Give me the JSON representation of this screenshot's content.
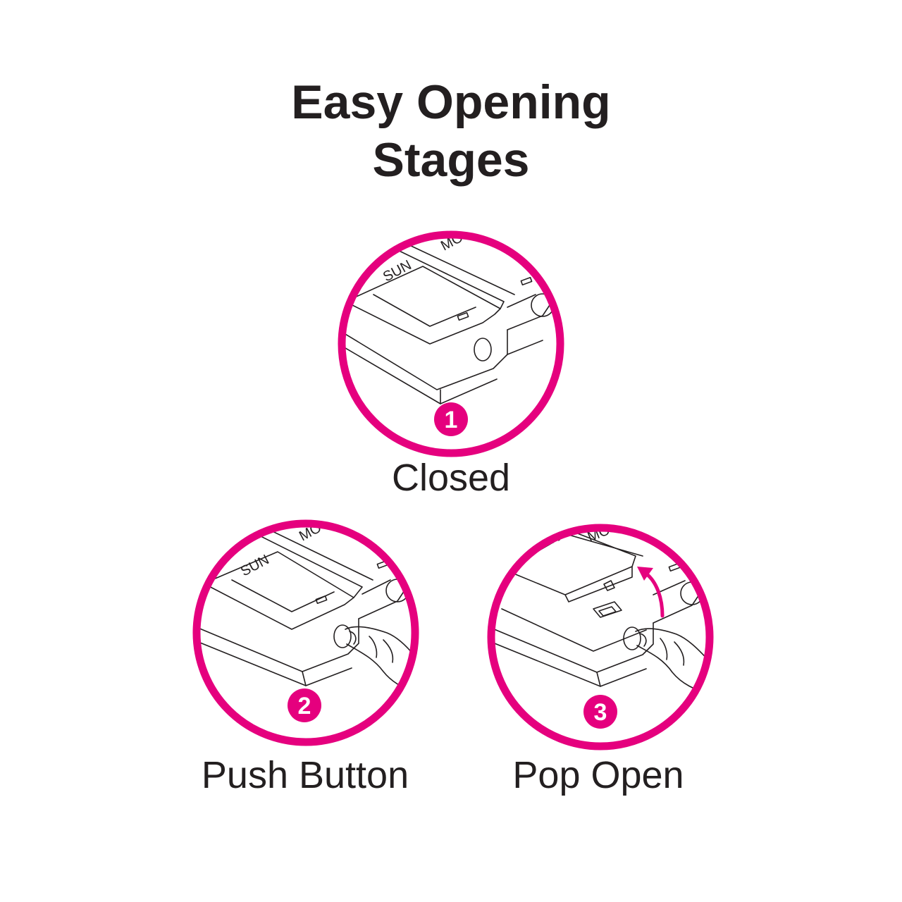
{
  "title": {
    "line1": "Easy Opening",
    "line2": "Stages"
  },
  "accent_color": "#e5007e",
  "stages": [
    {
      "number": "1",
      "label": "Closed",
      "day_labels": [
        "SUN",
        "MO"
      ]
    },
    {
      "number": "2",
      "label": "Push Button",
      "day_labels": [
        "SUN",
        "MO"
      ]
    },
    {
      "number": "3",
      "label": "Pop Open",
      "day_labels": [
        "SUN",
        "MO"
      ]
    }
  ]
}
